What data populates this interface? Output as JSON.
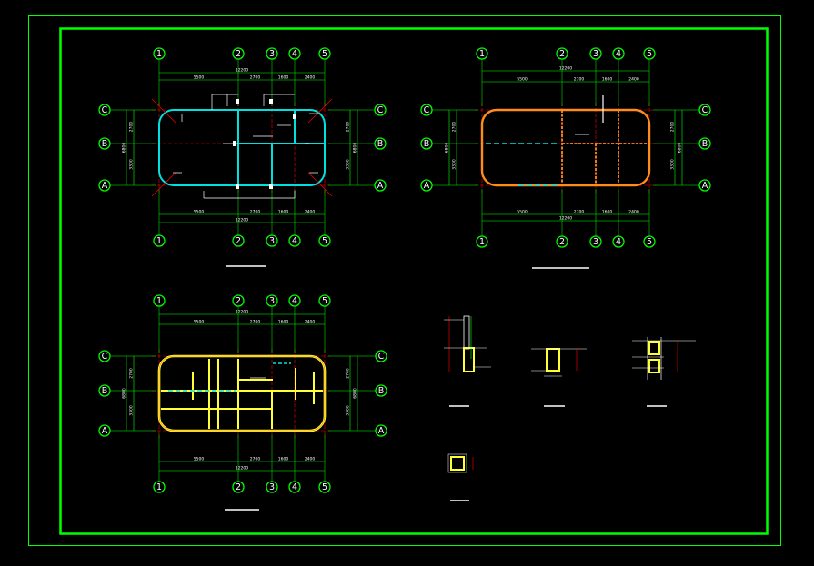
{
  "drawing": {
    "colors": {
      "background": "#000000",
      "frame": "#00ff00",
      "axis_line": "#ff0000",
      "dimension": "#00ff00",
      "wall_cyan": "#00e0e0",
      "slab_orange": "#ff8c1a",
      "slab_yellow": "#ffff33",
      "text": "#ffffff"
    },
    "axis_labels_columns": [
      "1",
      "2",
      "3",
      "4",
      "5"
    ],
    "axis_labels_rows": [
      "C",
      "B",
      "A"
    ],
    "plan_top_left": {
      "overall_top": "12200",
      "segments_top": [
        "5500",
        "2700",
        "1600",
        "2400"
      ],
      "overall_bottom": "12200",
      "segments_bottom": [
        "5500",
        "2700",
        "1600",
        "2400"
      ],
      "left_overall": "6800",
      "left_segments": [
        "2700",
        "3300"
      ],
      "right_overall": "6800",
      "right_segments": [
        "2700",
        "3300"
      ]
    },
    "plan_top_right": {
      "overall_top": "12200",
      "segments_top": [
        "5500",
        "2700",
        "1600",
        "2400"
      ],
      "overall_bottom": "12200",
      "segments_bottom": [
        "5500",
        "2700",
        "1600",
        "2400"
      ],
      "left_overall": "6800",
      "left_segments": [
        "2700",
        "3300"
      ],
      "right_overall": "6800",
      "right_segments": [
        "2700",
        "3300"
      ]
    },
    "plan_bottom_left": {
      "overall_top": "12200",
      "segments_top": [
        "5500",
        "2700",
        "1600",
        "2400"
      ],
      "overall_bottom": "12200",
      "segments_bottom": [
        "5500",
        "2700",
        "1600",
        "2400"
      ],
      "left_overall": "6800",
      "left_segments": [
        "2700",
        "3300"
      ],
      "right_overall": "6800",
      "right_segments": [
        "2700",
        "3300"
      ]
    }
  }
}
